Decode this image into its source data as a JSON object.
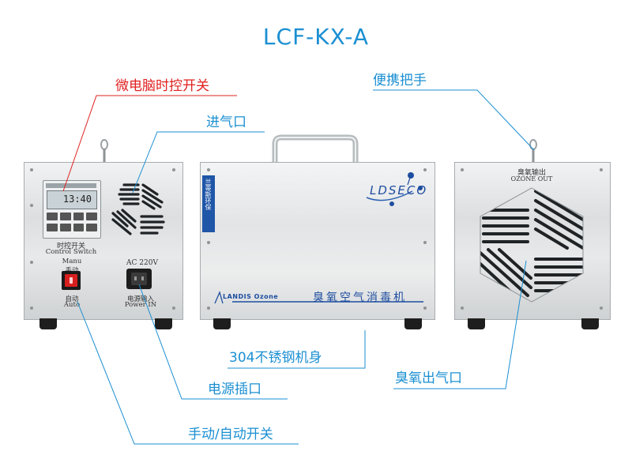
{
  "title": "LCF-KX-A",
  "callouts": {
    "timer_switch": "微电脑时控开关",
    "air_inlet": "进气口",
    "handle": "便携把手",
    "steel_body": "304不锈钢机身",
    "ozone_outlet": "臭氧出气口",
    "power_socket": "电源插口",
    "manual_auto_switch": "手动/自动开关"
  },
  "left_unit": {
    "timer_display": "13:40",
    "control_label_cn": "时控开关",
    "control_label_en": "Control Switch",
    "manu_label_en": "Manu",
    "manu_label_cn": "手动",
    "auto_label_cn": "自动",
    "auto_label_en": "Auto",
    "voltage_label": "AC 220V",
    "power_label_cn": "电源输入",
    "power_label_en": "Power IN"
  },
  "center_unit": {
    "logo": "LDSECO",
    "product_name": "臭氧空气消毒机",
    "brand": "LANDIS Ozone",
    "side_label": "兰蒂斯环保"
  },
  "right_unit": {
    "outlet_label_cn": "臭氧输出",
    "outlet_label_en": "OZONE OUT"
  },
  "colors": {
    "accent": "#1b8fd2",
    "highlight": "#e02020",
    "steel": "#dcdee0",
    "switch_red": "#d81f1f"
  }
}
